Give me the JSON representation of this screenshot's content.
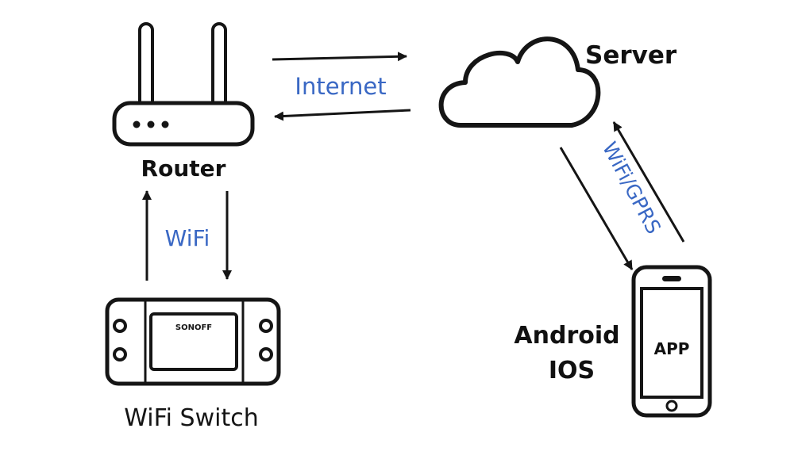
{
  "nodes": {
    "router": {
      "label": "Router",
      "icon": "router-icon"
    },
    "server": {
      "label": "Server",
      "icon": "cloud-icon"
    },
    "switch": {
      "label": "WiFi Switch",
      "icon": "sonoff-switch-icon",
      "brand_text": "SONOFF"
    },
    "phone": {
      "label_line1": "Android",
      "label_line2": "IOS",
      "icon": "smartphone-icon",
      "screen_text": "APP"
    }
  },
  "links": {
    "internet": {
      "label": "Internet"
    },
    "wifi": {
      "label": "WiFi"
    },
    "wifi_gprs": {
      "label": "WiFi/GPRS"
    }
  },
  "colors": {
    "ink": "#151515",
    "link_label": "#3a68c4",
    "background": "#ffffff"
  }
}
